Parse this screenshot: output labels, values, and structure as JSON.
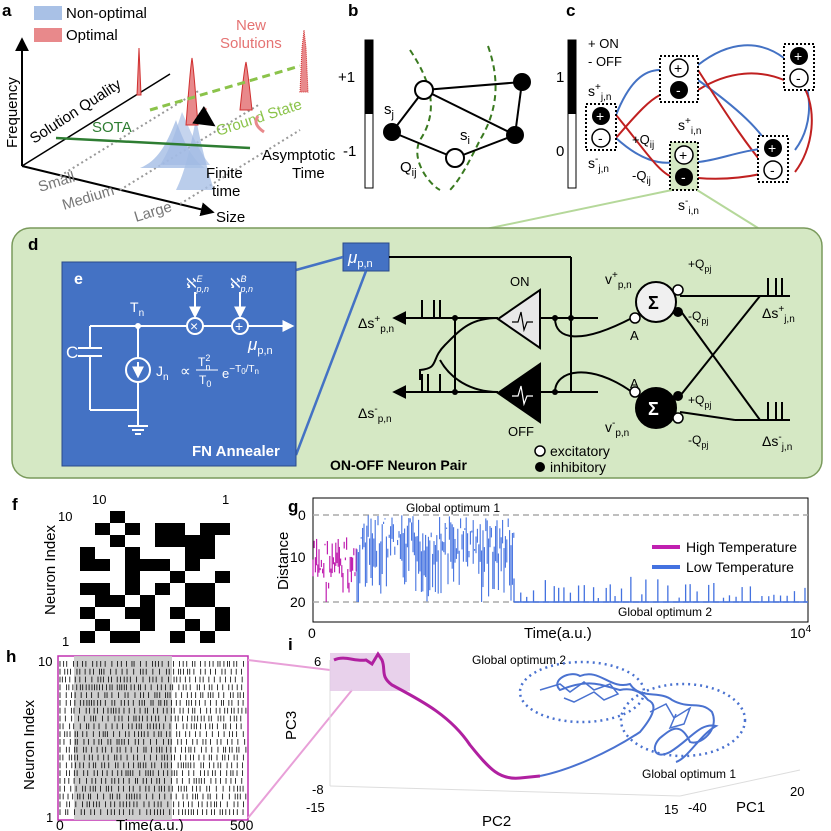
{
  "panel_a": {
    "label": "a",
    "legend": [
      "Non-optimal",
      "Optimal"
    ],
    "ylabel": "Frequency",
    "axis_quality": "Solution Quality",
    "axis_size": "Size",
    "axis_time": "Time",
    "sizes": [
      "Small",
      "Medium",
      "Large"
    ],
    "sota": "SOTA",
    "ground_state": "Ground State",
    "new_solutions": [
      "New",
      "Solutions"
    ],
    "finite_time": [
      "Finite",
      "time"
    ],
    "asymptotic": "Asymptotic",
    "colors": {
      "non_optimal": "#a9c1e6",
      "optimal": "#e8898b",
      "sota": "#2e7d32",
      "ground": "#8bc34a"
    }
  },
  "panel_b": {
    "label": "b",
    "scale_top": "+1",
    "scale_bottom": "-1",
    "node_j": "s",
    "node_j_sub": "j",
    "node_i": "s",
    "node_i_sub": "i",
    "edge": "Q",
    "edge_sub": "ij"
  },
  "panel_c": {
    "label": "c",
    "scale_top": "1",
    "scale_bottom": "0",
    "legend_on": "+ ON",
    "legend_off": "- OFF",
    "plus": "+",
    "minus": "-",
    "s_jn_plus": "s",
    "s_jn_plus_sup": "+",
    "s_jn_plus_sub": "j,n",
    "s_jn_minus": "s",
    "s_jn_minus_sup": "-",
    "s_jn_minus_sub": "j,n",
    "s_in_plus": "s",
    "s_in_plus_sup": "+",
    "s_in_plus_sub": "i,n",
    "s_in_minus": "s",
    "s_in_minus_sup": "-",
    "s_in_minus_sub": "i,n",
    "q_plus": "+Q",
    "q_plus_sub": "ij",
    "q_minus": "-Q",
    "q_minus_sub": "ij"
  },
  "panel_d": {
    "label": "d",
    "mu": "μ",
    "mu_sub": "p,n",
    "on": "ON",
    "off": "OFF",
    "a": "A",
    "v_plus": "v",
    "v_plus_sup": "+",
    "v_plus_sub": "p,n",
    "v_minus": "v",
    "v_minus_sup": "-",
    "v_minus_sub": "p,n",
    "sigma": "Σ",
    "q_plus": "+Q",
    "q_minus": "-Q",
    "q_sub": "pj",
    "ds_p_plus": "Δs",
    "ds_p_plus_sup": "+",
    "ds_p_plus_sub": "p,n",
    "ds_p_minus": "Δs",
    "ds_p_minus_sup": "-",
    "ds_p_minus_sub": "p,n",
    "ds_j_plus": "Δs",
    "ds_j_plus_sup": "+",
    "ds_j_plus_sub": "j,n",
    "ds_j_minus": "Δs",
    "ds_j_minus_sup": "-",
    "ds_j_minus_sub": "j,n",
    "pair_title": "ON-OFF Neuron Pair",
    "excitatory": "excitatory",
    "inhibitory": "inhibitory",
    "colors": {
      "bg": "#d5e8c4",
      "border": "#7a9a5c",
      "link": "#4472c4"
    }
  },
  "panel_e": {
    "label": "e",
    "c": "C",
    "t": "T",
    "t_sub": "n",
    "j": "J",
    "j_sub": "n",
    "prop": "∝",
    "frac_num": "T",
    "frac_num_sub": "n",
    "frac_num_sup": "2",
    "frac_den": "T",
    "frac_den_sub": "0",
    "exp_base": "e",
    "exp_pow": "−T",
    "exp_pow_sub": "0",
    "exp_pow_den": "/T",
    "exp_pow_den_sub": "n",
    "aleph": "ℵ",
    "aleph_e_sup": "E",
    "aleph_b_sup": "B",
    "aleph_sub": "p,n",
    "times": "×",
    "plus": "+",
    "mu": "μ",
    "mu_sub": "p,n",
    "title": "FN Annealer",
    "colors": {
      "bg": "#4472c4"
    }
  },
  "panel_f": {
    "label": "f",
    "ylabel": "Neuron Index",
    "top_left": "10",
    "top_right": "1",
    "left_top": "10",
    "left_bottom": "1",
    "grid": [
      [
        0,
        0,
        1,
        0,
        0,
        0,
        0,
        0,
        0,
        0
      ],
      [
        0,
        1,
        0,
        1,
        0,
        1,
        1,
        0,
        1,
        1
      ],
      [
        0,
        0,
        1,
        0,
        0,
        1,
        1,
        1,
        1,
        0
      ],
      [
        1,
        0,
        0,
        1,
        0,
        0,
        0,
        1,
        1,
        0
      ],
      [
        1,
        1,
        0,
        1,
        1,
        1,
        0,
        1,
        0,
        0
      ],
      [
        0,
        0,
        0,
        1,
        0,
        0,
        1,
        0,
        0,
        1
      ],
      [
        1,
        1,
        0,
        1,
        0,
        1,
        0,
        1,
        1,
        0
      ],
      [
        0,
        1,
        1,
        0,
        1,
        0,
        0,
        1,
        1,
        0
      ],
      [
        1,
        0,
        0,
        1,
        1,
        0,
        1,
        0,
        0,
        1
      ],
      [
        0,
        1,
        0,
        0,
        1,
        0,
        0,
        1,
        0,
        1
      ],
      [
        1,
        0,
        1,
        1,
        0,
        0,
        1,
        0,
        1,
        0
      ]
    ]
  },
  "panel_g": {
    "label": "g",
    "ylabel": "Distance",
    "xlabel": "Time(a.u.)",
    "x_ticks": [
      "0",
      "10",
      "4"
    ],
    "y_ticks": [
      "0",
      "10",
      "20"
    ],
    "optimum_1": "Global optimum 1",
    "optimum_2": "Global optimum 2",
    "legend_high": "High Temperature",
    "legend_low": "Low Temperature",
    "colors": {
      "high": "#c020b0",
      "low": "#4472e0"
    }
  },
  "panel_h": {
    "label": "h",
    "ylabel": "Neuron Index",
    "xlabel": "Time(a.u.)",
    "y_top": "10",
    "y_bottom": "1",
    "x_left": "0",
    "x_right": "500",
    "colors": {
      "frame": "#c030b0",
      "shade": "#c8c8c8"
    }
  },
  "panel_i": {
    "label": "i",
    "axis_pc3": "PC3",
    "axis_pc2": "PC2",
    "axis_pc1": "PC1",
    "pc3_top": "6",
    "pc3_bottom": "-8",
    "pc2_left": "-15",
    "pc2_right": "15",
    "pc1_left": "-40",
    "pc1_right": "20",
    "optimum_2": "Global optimum 2",
    "optimum_1": "Global optimum 1",
    "colors": {
      "high": "#b020a0",
      "low": "#4a72d0"
    }
  }
}
